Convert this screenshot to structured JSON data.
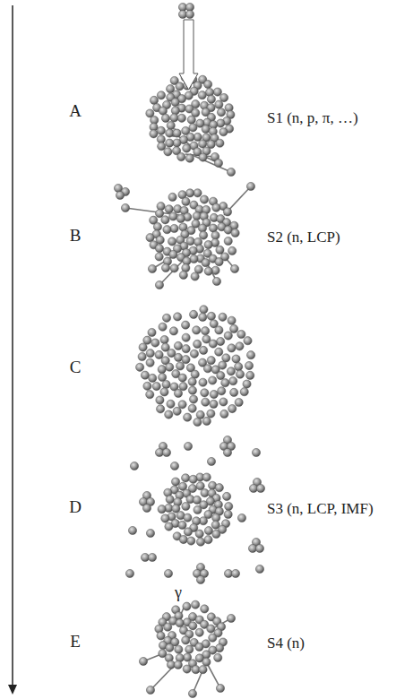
{
  "diagram": {
    "labels": [
      "A",
      "S1 (n, p, π, …)",
      "B",
      "S2 (n, LCP)",
      "C",
      "D",
      "S3 (n, LCP, IMF)",
      "γ",
      "E",
      "S4 (n)"
    ]
  }
}
